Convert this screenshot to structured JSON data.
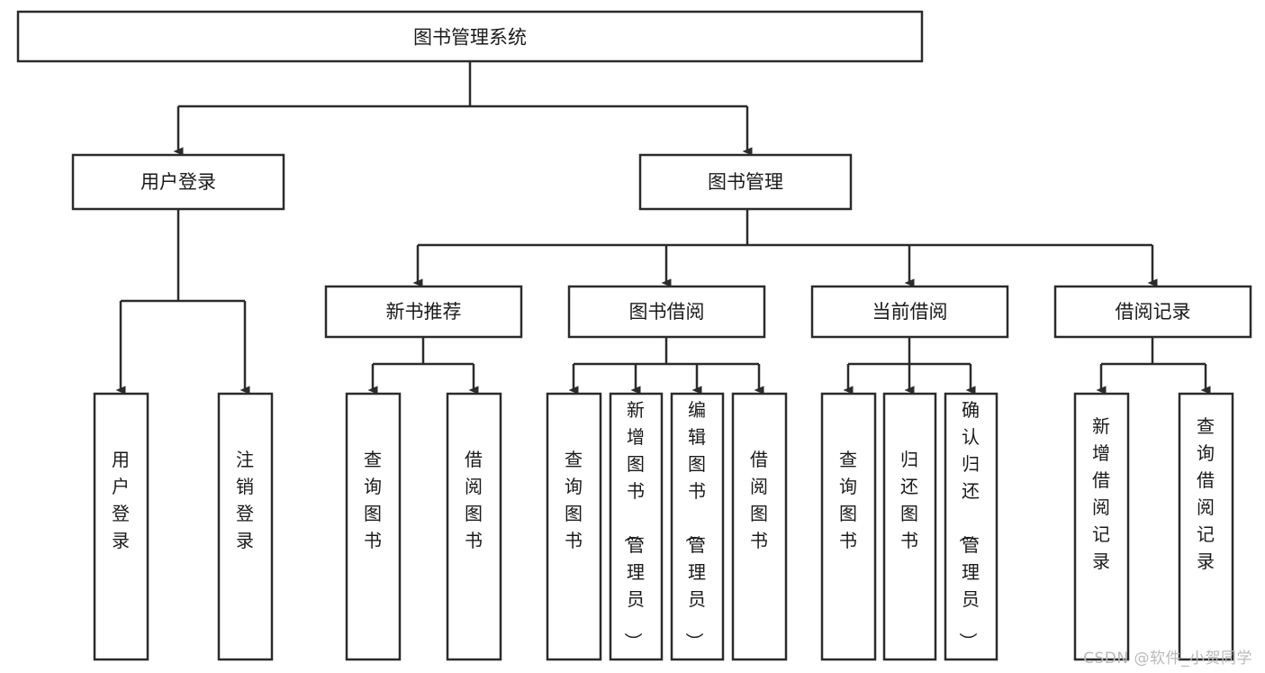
{
  "diagram": {
    "type": "tree-hierarchy-chart",
    "title": "图书管理系统",
    "watermark": "CSDN @软件_小贺同学",
    "colors": {
      "stroke": "#2b2b2b",
      "fill": "#ffffff",
      "text": "#1a1a1a",
      "watermark": "#b9b9b9"
    },
    "levels": {
      "root": {
        "label": "图书管理系统"
      },
      "level2": [
        {
          "label": "用户登录"
        },
        {
          "label": "图书管理"
        }
      ],
      "level3": [
        {
          "label": "新书推荐"
        },
        {
          "label": "图书借阅"
        },
        {
          "label": "当前借阅"
        },
        {
          "label": "借阅记录"
        }
      ],
      "leaves": {
        "user_login": [
          {
            "label": "用户登录"
          },
          {
            "label": "注销登录"
          }
        ],
        "new_book_recommend": [
          {
            "label": "查询图书"
          },
          {
            "label": "借阅图书"
          }
        ],
        "book_borrow": [
          {
            "label": "查询图书"
          },
          {
            "label": "新增图书（管理员）"
          },
          {
            "label": "编辑图书（管理员）"
          },
          {
            "label": "借阅图书"
          }
        ],
        "current_borrow": [
          {
            "label": "查询图书"
          },
          {
            "label": "归还图书"
          },
          {
            "label": "确认归还（管理员）"
          }
        ],
        "borrow_record": [
          {
            "label": "新增借阅记录"
          },
          {
            "label": "查询借阅记录"
          }
        ]
      }
    }
  }
}
